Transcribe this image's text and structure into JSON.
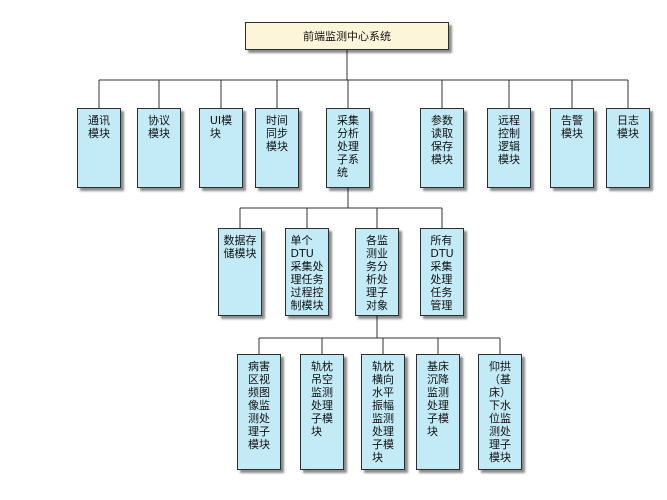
{
  "diagram": {
    "root": {
      "label": "前端监测中心系统"
    },
    "level1": [
      {
        "lines": [
          "通讯",
          "模块"
        ]
      },
      {
        "lines": [
          "协议",
          "模块"
        ]
      },
      {
        "lines": [
          "UI模",
          "块"
        ]
      },
      {
        "lines": [
          "时间",
          "同步",
          "模块"
        ]
      },
      {
        "lines": [
          "采集",
          "分析",
          "处理",
          "子系",
          "统"
        ]
      },
      {
        "lines": [
          "参数",
          "读取",
          "保存",
          "模块"
        ]
      },
      {
        "lines": [
          "远程",
          "控制",
          "逻辑",
          "模块"
        ]
      },
      {
        "lines": [
          "告警",
          "模块"
        ]
      },
      {
        "lines": [
          "日志",
          "模块"
        ]
      }
    ],
    "level2": [
      {
        "lines": [
          "数据存",
          "储模块"
        ]
      },
      {
        "lines": [
          "单个",
          "DTU",
          "采集处",
          "理任务",
          "过程控",
          "制模块"
        ]
      },
      {
        "lines": [
          "各监",
          "测业",
          "务分",
          "析处",
          "理子",
          "对象"
        ]
      },
      {
        "lines": [
          "所有",
          "DTU",
          "采集",
          "处理",
          "任务",
          "管理"
        ]
      }
    ],
    "level3": [
      {
        "lines": [
          "病害",
          "区视",
          "频图",
          "像监",
          "测处",
          "理子",
          "模块"
        ]
      },
      {
        "lines": [
          "轨枕",
          "吊空",
          "监测",
          "处理",
          "子模",
          "块"
        ]
      },
      {
        "lines": [
          "轨枕",
          "横向",
          "水平",
          "振幅",
          "监测",
          "处理",
          "子模",
          "块"
        ]
      },
      {
        "lines": [
          "基床",
          "沉降",
          "监测",
          "处理",
          "子模",
          "块"
        ]
      },
      {
        "lines": [
          "仰拱",
          "（基",
          "床）",
          "下水",
          "位监",
          "测处",
          "理子",
          "模块"
        ]
      }
    ]
  },
  "colors": {
    "root_fill": "#fdf5da",
    "node_fill": "#c3ebf7",
    "border": "#2e2e2e",
    "connector": "#333333"
  }
}
